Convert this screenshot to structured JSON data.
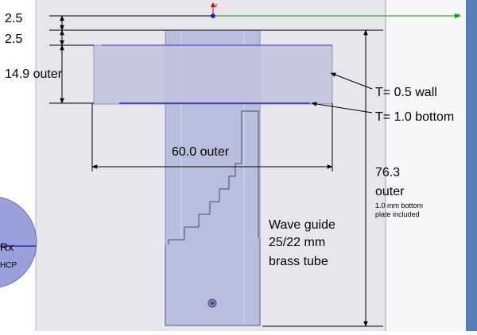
{
  "dimensions": {
    "top_gap_1": "2.5",
    "top_gap_2": "2.5",
    "cup_height": "14.9 outer",
    "cup_width": "60.0 outer",
    "total_height_value": "76.3",
    "total_height_suffix": "outer",
    "total_height_note_line1": "1.0 mm bottom",
    "total_height_note_line2": "plate included"
  },
  "callouts": {
    "wall_thickness": "T= 0.5 wall",
    "bottom_thickness": "T= 1.0 bottom"
  },
  "waveguide_label": [
    "Wave guide",
    "25/22 mm",
    "brass tube"
  ],
  "left_object": {
    "label_line1": "Rx",
    "label_line2": "HCP"
  },
  "axes": {
    "z_label": "z",
    "x_label": "x"
  },
  "colors": {
    "viewport_bg": "#e6e6ec",
    "panel_bg": "#f7f7f9",
    "tube_fill": "#b8bedb",
    "cup_fill": "#bfc2de",
    "left_disc": "#9aa0da",
    "axis_x": "#00a000",
    "axis_z": "#e00000",
    "right_strip": "#5a7fb8"
  }
}
